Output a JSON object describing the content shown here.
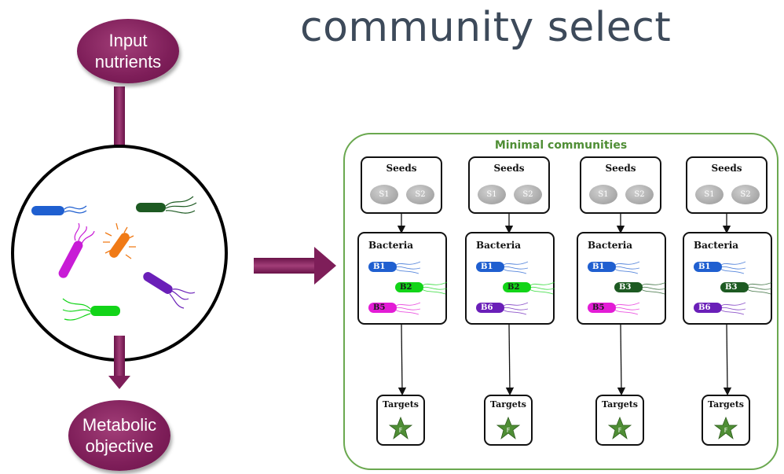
{
  "title": "community select",
  "top_oval": {
    "line1": "Input",
    "line2": "nutrients"
  },
  "bottom_oval": {
    "line1": "Metabolic",
    "line2": "objective"
  },
  "panel": {
    "title": "Minimal communities",
    "communities": [
      {
        "seeds_label": "Seeds",
        "seeds": [
          "S1",
          "S2"
        ],
        "bacteria_label": "Bacteria",
        "bacteria": [
          {
            "name": "B1",
            "color": "#1f5fd0"
          },
          {
            "name": "B2",
            "color": "#12d418"
          },
          {
            "name": "B5",
            "color": "#e31cd6"
          }
        ],
        "targets_label": "Targets",
        "target": "F"
      },
      {
        "seeds_label": "Seeds",
        "seeds": [
          "S1",
          "S2"
        ],
        "bacteria_label": "Bacteria",
        "bacteria": [
          {
            "name": "B1",
            "color": "#1f5fd0"
          },
          {
            "name": "B2",
            "color": "#12d418"
          },
          {
            "name": "B6",
            "color": "#6a1fb8"
          }
        ],
        "targets_label": "Targets",
        "target": "F"
      },
      {
        "seeds_label": "Seeds",
        "seeds": [
          "S1",
          "S2"
        ],
        "bacteria_label": "Bacteria",
        "bacteria": [
          {
            "name": "B1",
            "color": "#1f5fd0"
          },
          {
            "name": "B3",
            "color": "#1d5a22"
          },
          {
            "name": "B5",
            "color": "#e31cd6"
          }
        ],
        "targets_label": "Targets",
        "target": "F"
      },
      {
        "seeds_label": "Seeds",
        "seeds": [
          "S1",
          "S2"
        ],
        "bacteria_label": "Bacteria",
        "bacteria": [
          {
            "name": "B1",
            "color": "#1f5fd0"
          },
          {
            "name": "B3",
            "color": "#1d5a22"
          },
          {
            "name": "B6",
            "color": "#6a1fb8"
          }
        ],
        "targets_label": "Targets",
        "target": "F"
      }
    ]
  },
  "colors": {
    "accent": "#7e1e59",
    "panel_border": "#6aa84f",
    "title_text": "#3d4a5a",
    "star": "#4f8e35"
  }
}
